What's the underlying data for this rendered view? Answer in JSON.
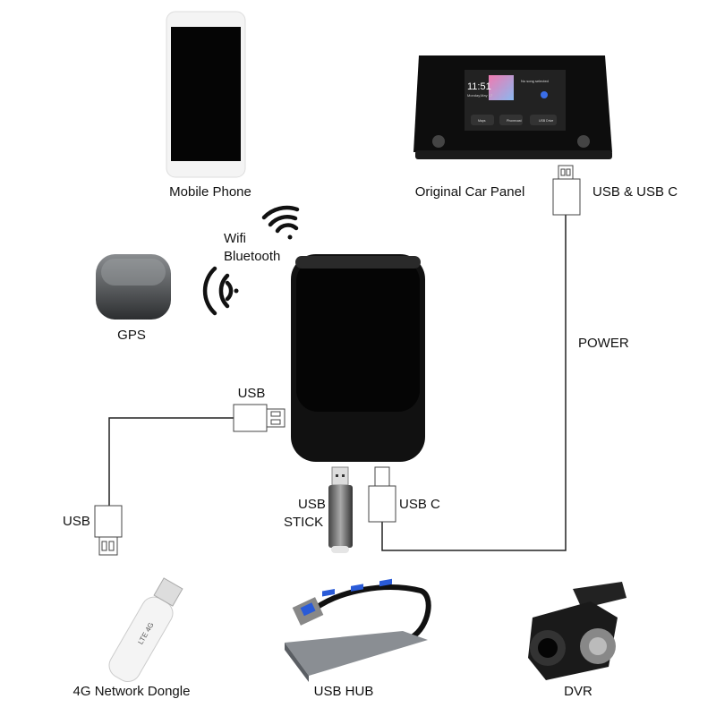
{
  "labels": {
    "mobile_phone": "Mobile Phone",
    "car_panel": "Original Car Panel",
    "usb_usbc": "USB & USB C",
    "wifi": "Wifi",
    "bluetooth": "Bluetooth",
    "gps": "GPS",
    "power": "POWER",
    "usb_top": "USB",
    "usb_left": "USB",
    "usb_stick_1": "USB",
    "usb_stick_2": "STICK",
    "usb_c": "USB C",
    "dongle": "4G Network Dongle",
    "usb_hub": "USB HUB",
    "dvr": "DVR"
  },
  "car_screen": {
    "time": "11:51",
    "date": "Monday,May 17",
    "now_playing": "No song selected",
    "apps": [
      "Maps",
      "Phonecast",
      "USB Drive"
    ]
  },
  "dongle_text": "LTE 4G",
  "colors": {
    "line": "#222222",
    "device": "#111111",
    "accent": "#e86aa8"
  }
}
